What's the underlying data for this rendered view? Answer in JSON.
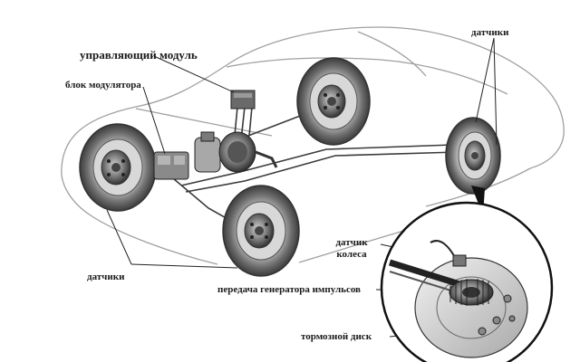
{
  "labels": {
    "control_module": "управляющий модуль",
    "modulator_block": "блок модулятора",
    "sensors_top": "датчики",
    "sensors_bottom": "датчики",
    "wheel_sensor_line1": "датчик",
    "wheel_sensor_line2": "колеса",
    "pulse_generator": "передача генератора импульсов",
    "brake_disc": "тормозной диск"
  },
  "colors": {
    "line": "#3a3a3a",
    "car_outline": "#9a9a9a",
    "tire": "#4a4a4a",
    "metal": "#8c8c8c"
  }
}
